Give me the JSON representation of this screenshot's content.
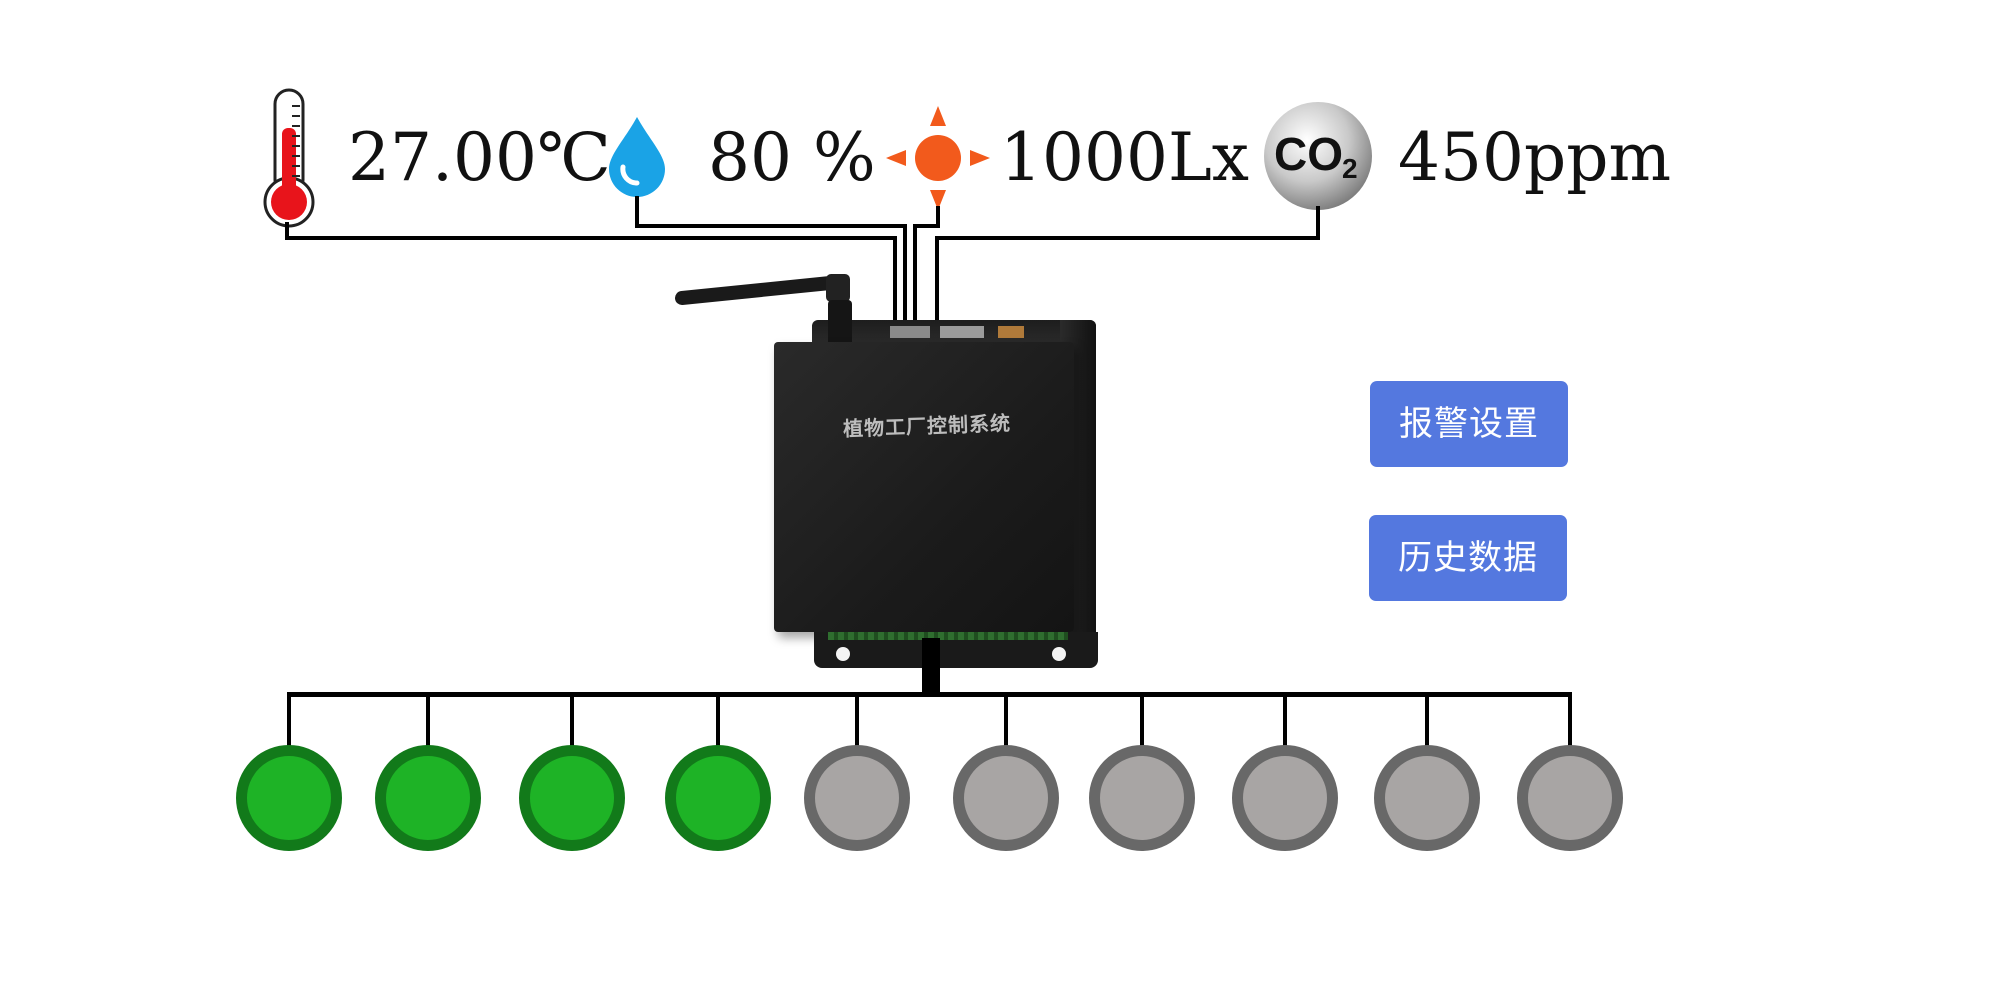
{
  "sensors": {
    "temperature": {
      "icon": "thermometer-icon",
      "value": "27.00℃"
    },
    "humidity": {
      "icon": "water-drop-icon",
      "value": "80 %"
    },
    "light": {
      "icon": "sun-icon",
      "value": "1000Lx"
    },
    "co2": {
      "icon": "co2-icon",
      "icon_text": "CO",
      "icon_sub": "2",
      "value": "450ppm"
    }
  },
  "device": {
    "label": "植物工厂控制系统"
  },
  "buttons": {
    "alarm_settings": "报警设置",
    "history_data": "历史数据"
  },
  "relays": [
    {
      "state": "on"
    },
    {
      "state": "on"
    },
    {
      "state": "on"
    },
    {
      "state": "on"
    },
    {
      "state": "off"
    },
    {
      "state": "off"
    },
    {
      "state": "off"
    },
    {
      "state": "off"
    },
    {
      "state": "off"
    },
    {
      "state": "off"
    }
  ],
  "colors": {
    "button": "#5478df",
    "relay_on": "#1eb326",
    "relay_on_ring": "#127a1a",
    "relay_off": "#a8a5a4",
    "relay_off_ring": "#686868",
    "sun": "#f25a1c",
    "water": "#1aa3e6",
    "thermometer_red": "#e8141b"
  }
}
